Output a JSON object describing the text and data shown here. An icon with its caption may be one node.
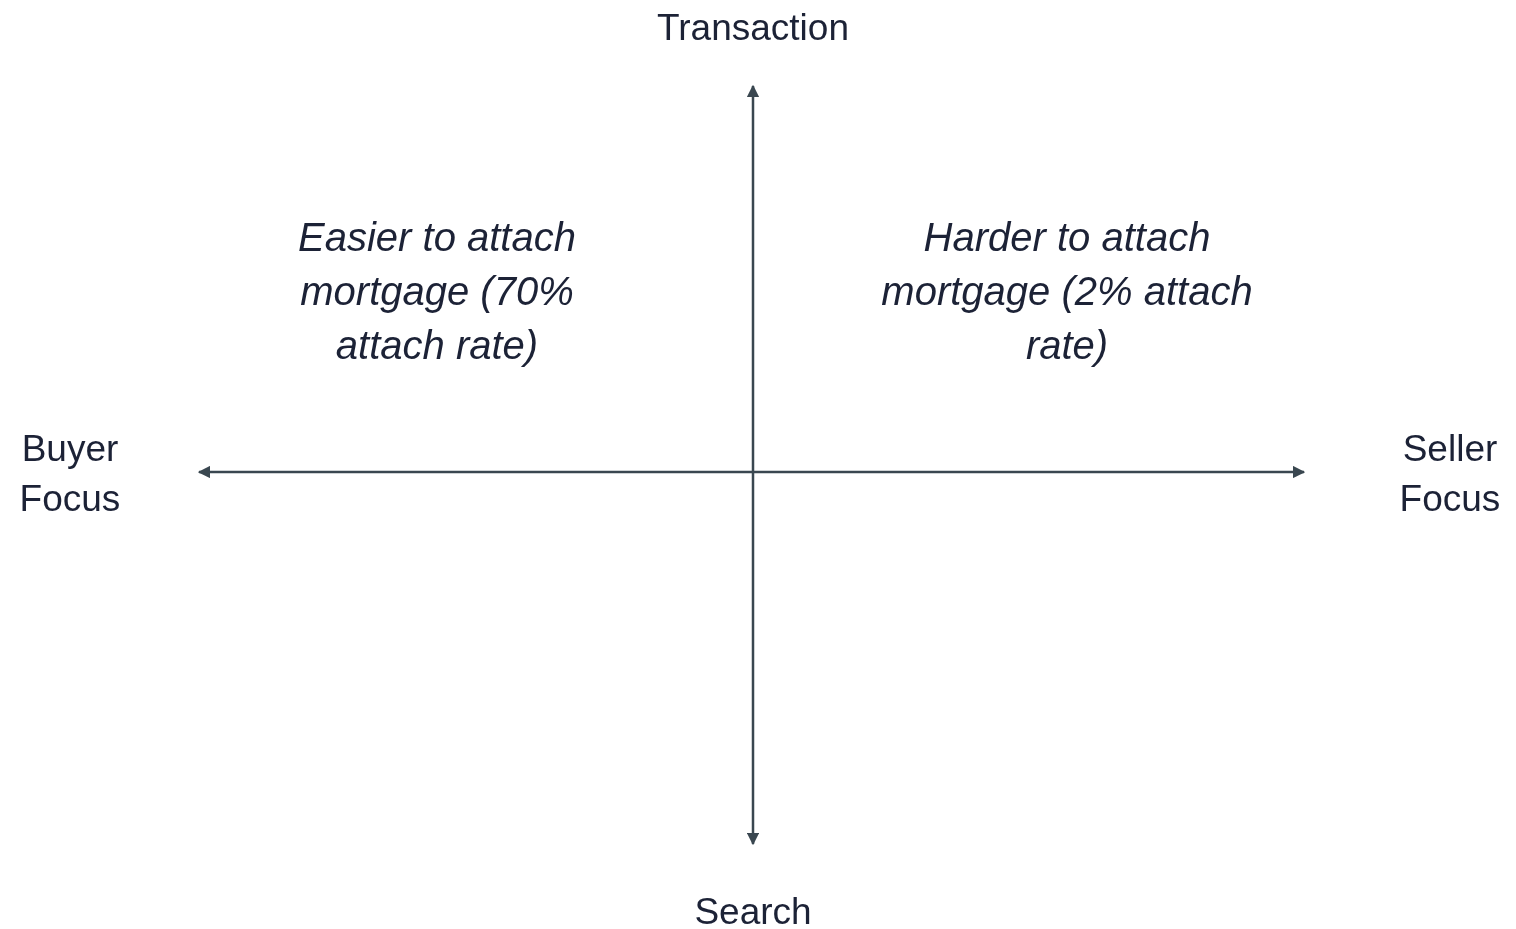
{
  "diagram": {
    "labels": [
      "Transaction",
      "Easier to attach mortgage (70% attach rate)",
      "Harder to attach mortgage (2% attach rate)",
      "Buyer Focus",
      "Seller Focus",
      "Search"
    ]
  }
}
